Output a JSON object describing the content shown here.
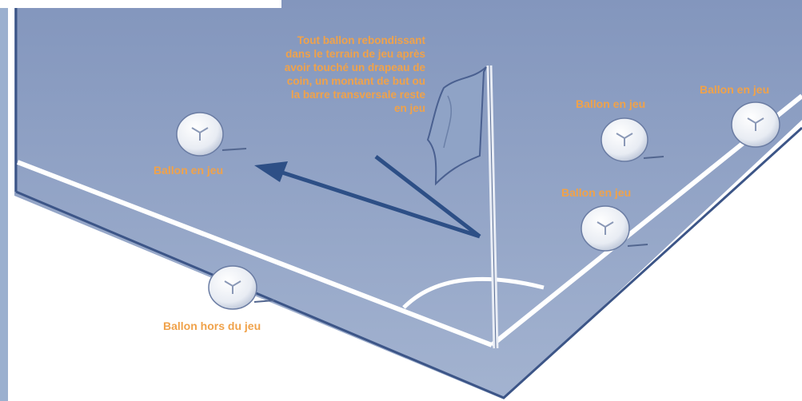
{
  "colors": {
    "pitch": "#8ea1c4",
    "pitch_light": "#a6b6d3",
    "pitch_edge": "#3c5587",
    "line": "#ffffff",
    "label": "#f0a24a",
    "arrow": "#2d4f86"
  },
  "note": {
    "lines": [
      "Tout ballon rebondissant",
      "dans le terrain de jeu après",
      "avoir touché un drapeau de",
      "coin, un montant de but ou",
      "la barre transversale reste",
      "en jeu"
    ]
  },
  "labels": {
    "ball_left": "Ballon en jeu",
    "ball_right_top": "Ballon en jeu",
    "ball_right_mid": "Ballon en jeu",
    "ball_far_right": "Ballon en jeu",
    "ball_out": "Ballon hors du jeu"
  },
  "icons": {
    "ball": "soccer-ball-icon",
    "flag": "corner-flag-icon",
    "arrow": "trajectory-arrow-icon"
  }
}
